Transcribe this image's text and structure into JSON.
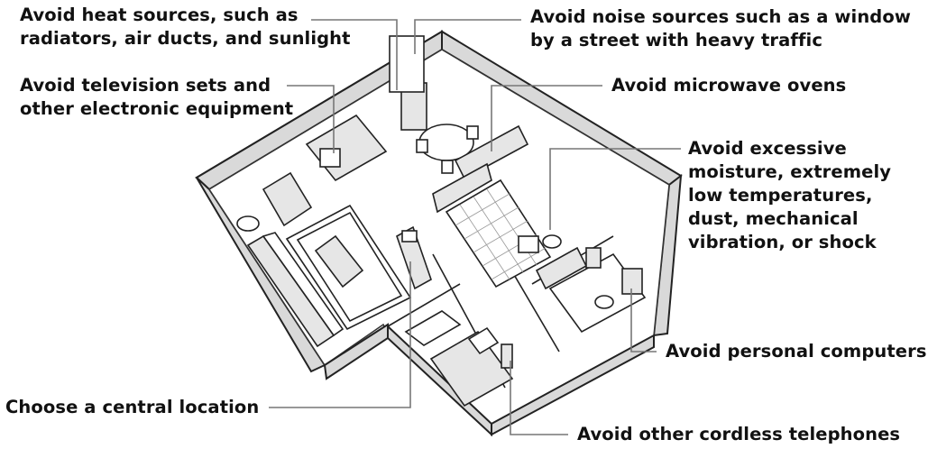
{
  "labels": {
    "heat": "Avoid heat sources, such as\nradiators, air ducts, and sunlight",
    "tv": "Avoid television sets and\nother electronic equipment",
    "noise": "Avoid noise sources such as a window\nby a street with heavy traffic",
    "microwave": "Avoid microwave ovens",
    "moisture": "Avoid excessive\nmoisture, extremely\nlow temperatures,\ndust, mechanical\nvibration, or shock",
    "computers": "Avoid personal computers",
    "central": "Choose a central location",
    "cordless": "Avoid other cordless telephones"
  }
}
